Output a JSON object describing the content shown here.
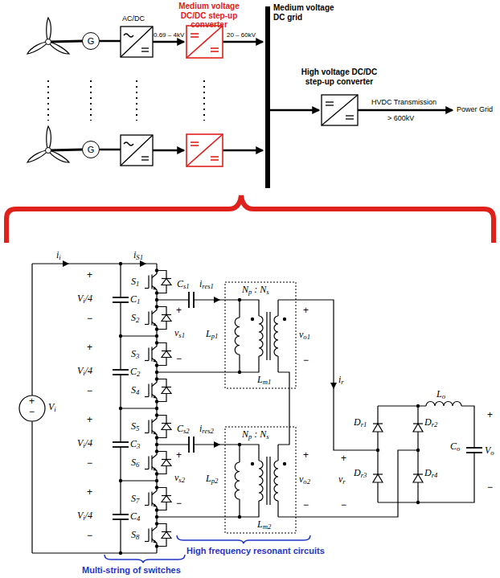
{
  "diagram": {
    "nodes": [
      {
        "text": [
          "G"
        ]
      },
      {
        "text": [
          "G"
        ]
      }
    ],
    "labels": [
      "AC/DC",
      "Medium voltage DC/DC step-up converter",
      "0.69 – 4kV",
      "20 – 60kV",
      "Medium voltage DC grid",
      "High voltage DC/DC step-up converter",
      "HVDC Transmission",
      "> 600kV",
      "Power Grid",
      "ii",
      "iS1",
      "Vi",
      "+",
      "−",
      "+",
      "Vi/4",
      "−",
      "+",
      "Vi/4",
      "−",
      "+",
      "Vi/4",
      "−",
      "+",
      "Vi/4",
      "−",
      "C1",
      "C2",
      "C3",
      "C4",
      "S1",
      "S2",
      "S3",
      "S4",
      "S5",
      "S6",
      "S7",
      "S8",
      "Cs1",
      "ires1",
      "+",
      "vs1",
      "−",
      "Lp1",
      "Np : Ns",
      "Lm1",
      "+",
      "vo1",
      "−",
      "Cs2",
      "ires2",
      "+",
      "vs2",
      "−",
      "Lp2",
      "Np : Ns",
      "Lm2",
      "+",
      "vo2",
      "−",
      "ir",
      "+",
      "vr",
      "−",
      "Dr1",
      "Dr2",
      "Dr3",
      "Dr4",
      "Lo",
      "Co",
      "+",
      "Vo",
      "−",
      "High frequency resonant circuits",
      "Multi-string of switches"
    ]
  }
}
